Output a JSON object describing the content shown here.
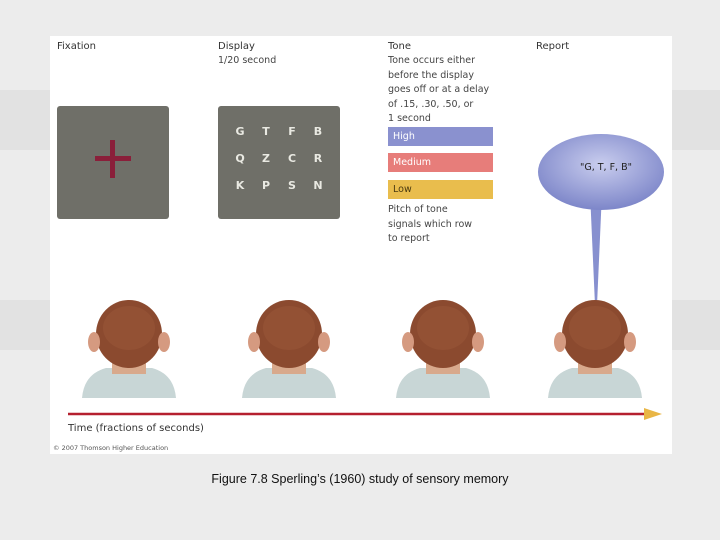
{
  "figure": {
    "columns": {
      "fixation": {
        "title": "Fixation"
      },
      "display": {
        "title": "Display",
        "subtitle": "1/20 second",
        "letter_rows": [
          [
            "G",
            "T",
            "F",
            "B"
          ],
          [
            "Q",
            "Z",
            "C",
            "R"
          ],
          [
            "K",
            "P",
            "S",
            "N"
          ]
        ]
      },
      "tone": {
        "title": "Tone",
        "description": [
          "Tone occurs either",
          "before the display",
          "goes off or at a delay",
          "of .15, .30, .50, or",
          "1 second"
        ],
        "bars": {
          "high": "High",
          "medium": "Medium",
          "low": "Low"
        },
        "note": [
          "Pitch of tone",
          "signals which row",
          "to report"
        ]
      },
      "report": {
        "title": "Report",
        "speech": "\"G, T, F, B\""
      }
    },
    "timeline_label": "Time (fractions of seconds)",
    "copyright": "© 2007 Thomson Higher Education",
    "colors": {
      "gray_box": "#6f6f68",
      "cross": "#8a1f3a",
      "high": "#8a91cf",
      "medium": "#e77d7a",
      "low": "#e9bd4d",
      "bubble": "#8790cf",
      "timeline": "#b5202f"
    }
  },
  "caption": "Figure 7.8 Sperling’s (1960) study of sensory memory"
}
